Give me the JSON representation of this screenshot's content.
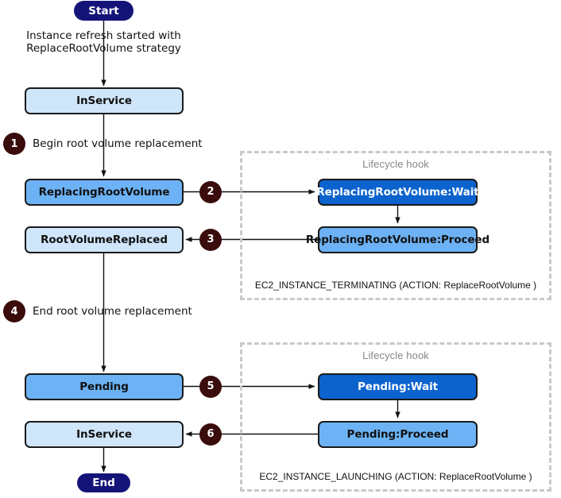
{
  "diagram": {
    "title": "Instance refresh with ReplaceRootVolume strategy",
    "colors": {
      "state_light": "#cfe5fa",
      "state_medium": "#6cb2f5",
      "state_dark": "#0c63ce",
      "terminal": "#141478",
      "badge": "#3a0c0c",
      "hook_border": "#c9c9c9",
      "hook_title": "#878787"
    },
    "terminals": {
      "start": "Start",
      "end": "End"
    },
    "states": {
      "in_service_top": "InService",
      "replacing_root_volume": "ReplacingRootVolume",
      "root_volume_replaced": "RootVolumeReplaced",
      "pending": "Pending",
      "in_service_bottom": "InService"
    },
    "hook_states": {
      "replacing_wait": "ReplacingRootVolume:Wait",
      "replacing_proceed": "ReplacingRootVolume:Proceed",
      "pending_wait": "Pending:Wait",
      "pending_proceed": "Pending:Proceed"
    },
    "edge_labels": {
      "start_to_inservice": "Instance refresh started with\nReplaceRootVolume strategy",
      "begin_replacement": "Begin root volume replacement",
      "end_replacement": "End root volume replacement"
    },
    "badges": {
      "one": "1",
      "two": "2",
      "three": "3",
      "four": "4",
      "five": "5",
      "six": "6"
    },
    "hooks": [
      {
        "title": "Lifecycle hook",
        "caption": "EC2_INSTANCE_TERMINATING (ACTION: ReplaceRootVolume )"
      },
      {
        "title": "Lifecycle hook",
        "caption": "EC2_INSTANCE_LAUNCHING (ACTION: ReplaceRootVolume )"
      }
    ]
  }
}
